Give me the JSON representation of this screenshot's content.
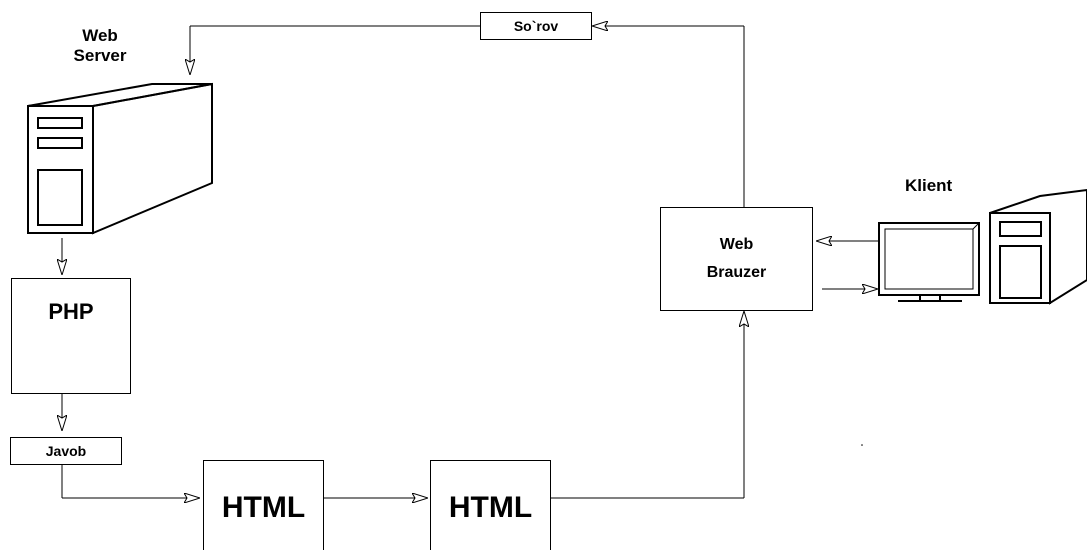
{
  "diagram": {
    "web_server_label_line1": "Web",
    "web_server_label_line2": "Server",
    "php_label": "PHP",
    "javob_label": "Javob",
    "sorov_label": "So`rov",
    "html_label_1": "HTML",
    "html_label_2": "HTML",
    "browser_label_line1": "Web",
    "browser_label_line2": "Brauzer",
    "client_label": "Klient"
  },
  "colors": {
    "line": "#000000",
    "background": "#ffffff",
    "tool_handle": "#e8a400",
    "tool_metal": "#7a96b8"
  },
  "icons": [
    "server-tower-icon",
    "php-tools-icon",
    "client-computer-icon"
  ]
}
